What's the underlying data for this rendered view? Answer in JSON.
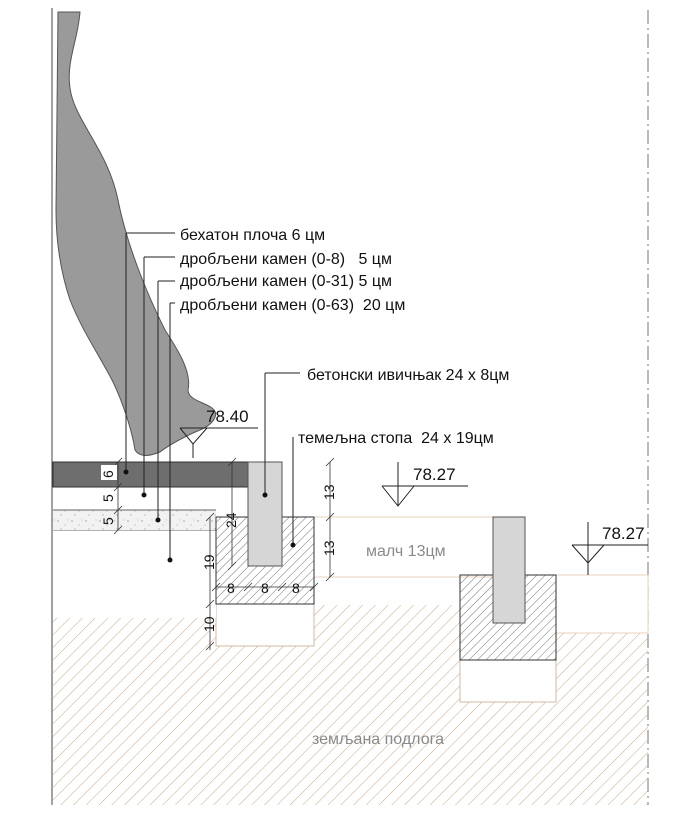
{
  "colors": {
    "soil_hatch": "#c9a98a",
    "pavement": "#6e6e6e",
    "figure": "#9a9a9a",
    "curb": "#d6d6d6",
    "gravel_fill": "#f2f2f2",
    "mulch_edge": "#e2c9b0"
  },
  "layers": {
    "paver": "бехатон плоча 6 цм",
    "gravel_0_8": "дробљени камен (0-8)   5 цм",
    "gravel_0_31": "дробљени камен (0-31) 5 цм",
    "gravel_0_63": "дробљени камен (0-63)  20 цм"
  },
  "curb": "бетонски ивичњак 24 x 8цм",
  "footing": "темељна стопа  24 x 19цм",
  "mulch": "малч 13цм",
  "soil": "земљана подлога",
  "elevations": {
    "top": "78.40",
    "mid": "78.27",
    "right": "78.27"
  },
  "dims": {
    "paver_6": "6",
    "gravel_5a": "5",
    "gravel_5b": "5",
    "curb_24": "24",
    "footing_19": "19",
    "footing_10": "10",
    "w_8a": "8",
    "w_8b": "8",
    "w_8c": "8",
    "mulch_13a": "13",
    "mulch_13b": "13"
  }
}
